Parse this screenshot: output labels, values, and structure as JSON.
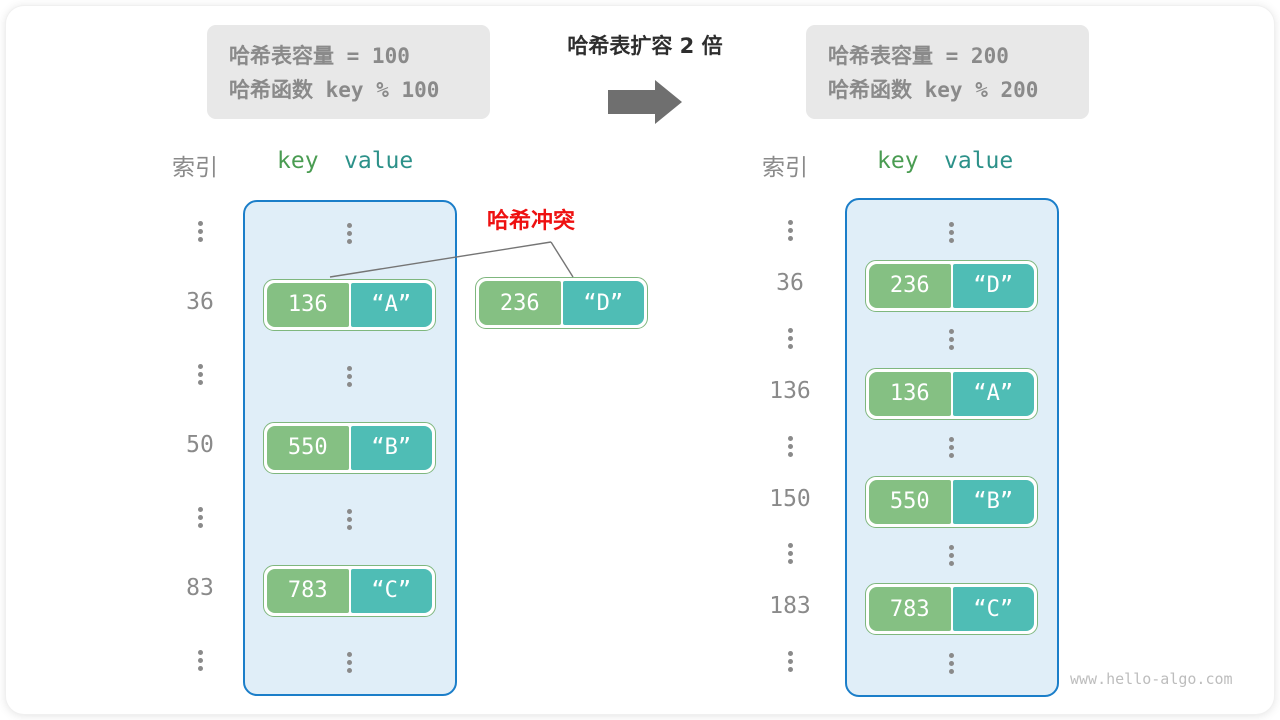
{
  "header": {
    "left_box": {
      "capacity_line": "哈希表容量 = 100",
      "function_line": "哈希函数 key % 100"
    },
    "right_box": {
      "capacity_line": "哈希表容量 = 200",
      "function_line": "哈希函数 key % 200"
    },
    "expand_title": "哈希表扩容 2 倍",
    "arrow_icon": "right-arrow-icon"
  },
  "columns": {
    "index_label": "索引",
    "key_label": "key",
    "value_label": "value",
    "key_color": "#4a9c52",
    "value_color": "#2c9189"
  },
  "annotation": {
    "collision_label": "哈希冲突",
    "collision_color": "#ee1111"
  },
  "colors": {
    "table_border": "#1b7ec9",
    "table_background": "#e0eef8",
    "key_box": "#85c083",
    "value_box": "#4fbdb5",
    "pair_outline": "#7fb77e",
    "muted_text": "#8a8a8a"
  },
  "left_table": {
    "rows": [
      {
        "type": "dots",
        "index": "⋮"
      },
      {
        "type": "pair",
        "index": "36",
        "key": "136",
        "value": "“A”"
      },
      {
        "type": "dots",
        "index": "⋮"
      },
      {
        "type": "pair",
        "index": "50",
        "key": "550",
        "value": "“B”"
      },
      {
        "type": "dots",
        "index": "⋮"
      },
      {
        "type": "pair",
        "index": "83",
        "key": "783",
        "value": "“C”"
      },
      {
        "type": "dots",
        "index": "⋮"
      }
    ]
  },
  "floating_entry": {
    "key": "236",
    "value": "“D”"
  },
  "right_table": {
    "rows": [
      {
        "type": "dots",
        "index": "⋮"
      },
      {
        "type": "pair",
        "index": "36",
        "key": "236",
        "value": "“D”"
      },
      {
        "type": "dots",
        "index": "⋮"
      },
      {
        "type": "pair",
        "index": "136",
        "key": "136",
        "value": "“A”"
      },
      {
        "type": "dots",
        "index": "⋮"
      },
      {
        "type": "pair",
        "index": "150",
        "key": "550",
        "value": "“B”"
      },
      {
        "type": "dots",
        "index": "⋮"
      },
      {
        "type": "pair",
        "index": "183",
        "key": "783",
        "value": "“C”"
      },
      {
        "type": "dots",
        "index": "⋮"
      }
    ]
  },
  "watermark": "www.hello-algo.com"
}
